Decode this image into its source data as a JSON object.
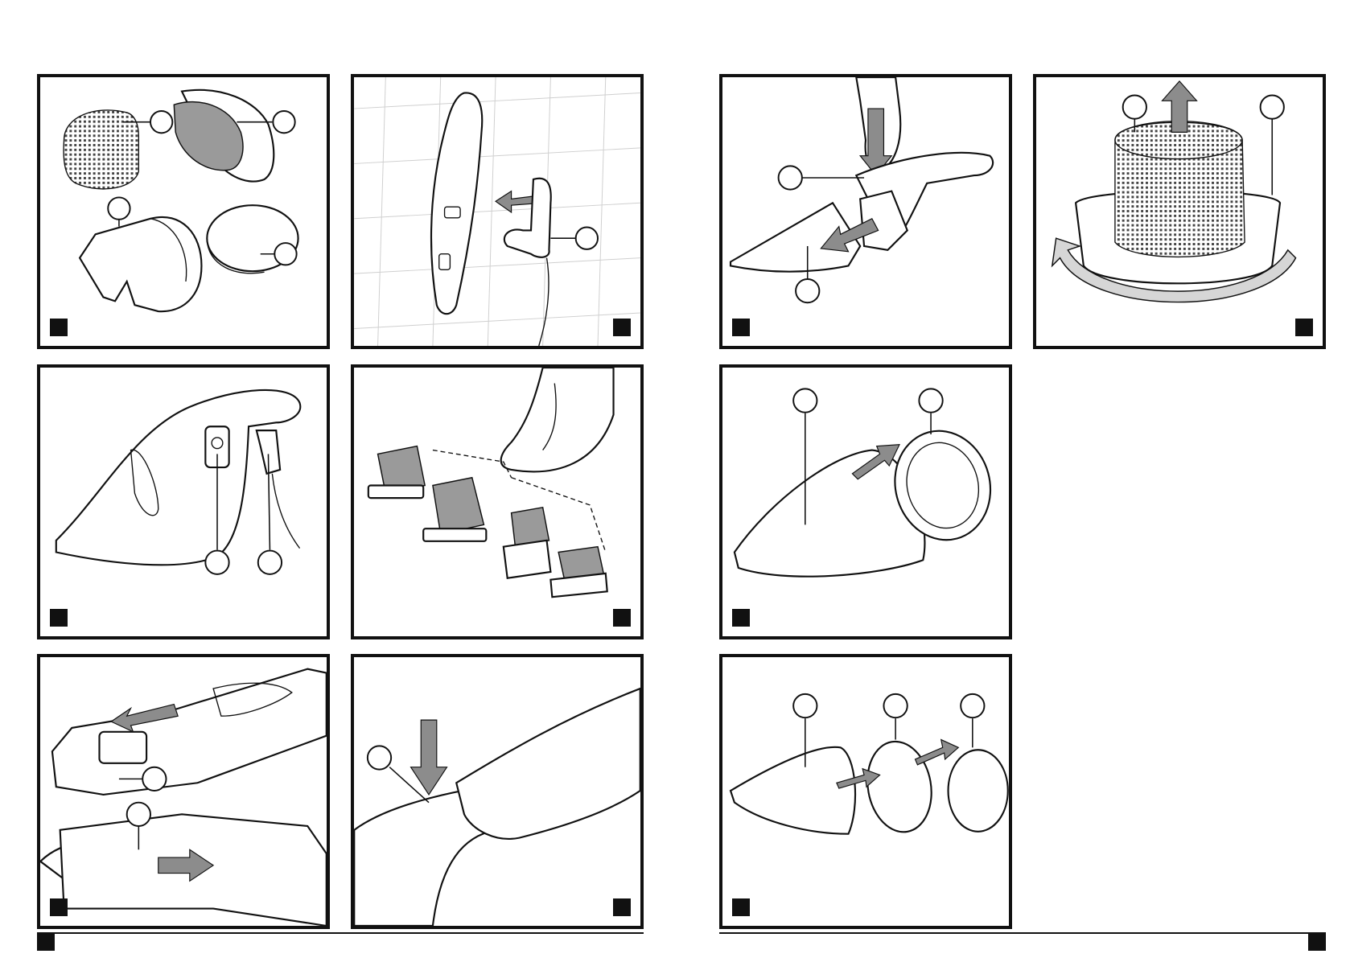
{
  "document": {
    "type": "instruction-manual-illustrations",
    "left_page": {
      "figures": [
        "fig-a",
        "fig-b",
        "fig-c",
        "fig-d",
        "fig-e",
        "fig-f"
      ]
    },
    "right_page": {
      "figures": [
        "fig-g",
        "fig-h",
        "fig-i",
        "fig-j"
      ]
    }
  },
  "icons": {
    "callout": "callout-circle-icon",
    "figure_marker": "square-marker-icon",
    "arrow": "arrow-icon"
  },
  "colors": {
    "outline": "#111111",
    "fill_grey": "#9a9a9a",
    "arrow_grey": "#8c8c8c",
    "background": "#ffffff"
  }
}
